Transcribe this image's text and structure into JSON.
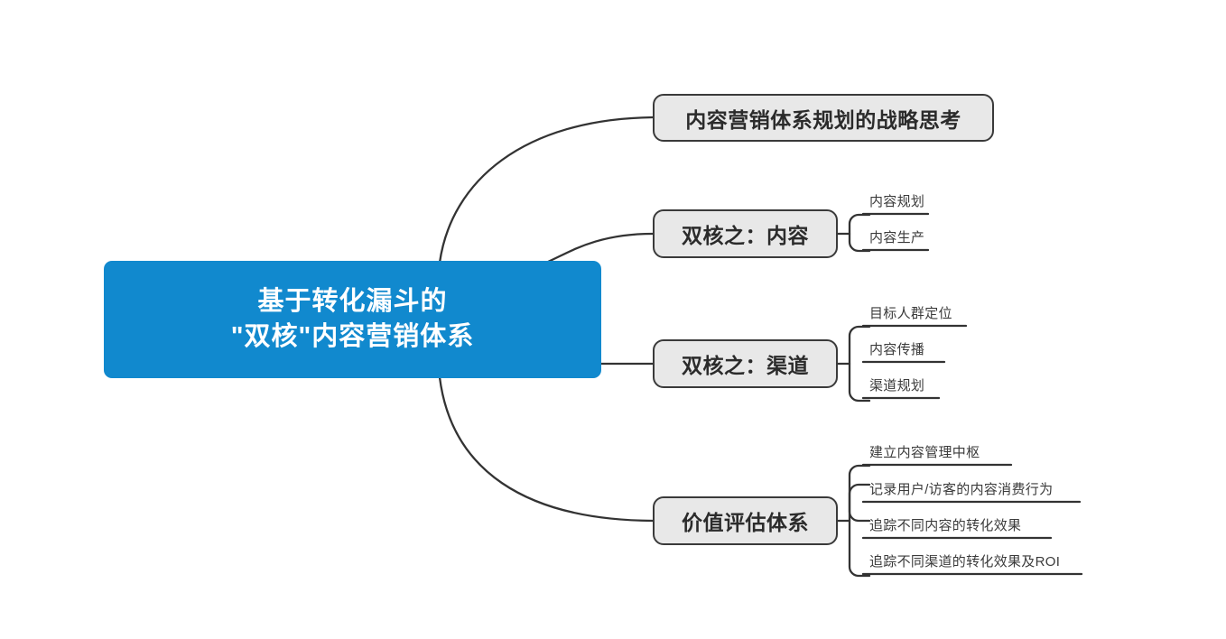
{
  "diagram": {
    "type": "mind-map",
    "background_color": "#ffffff",
    "root_color": "#1189ce",
    "node_fill": "#e8e8e8",
    "node_border": "#3a3a3a",
    "edge_color": "#333333"
  },
  "root": {
    "label_line1": "基于转化漏斗的",
    "label_line2": "\"双核\"内容营销体系"
  },
  "branches": [
    {
      "label": "内容营销体系规划的战略思考",
      "children": []
    },
    {
      "label": "双核之：内容",
      "children": [
        {
          "label": "内容规划"
        },
        {
          "label": "内容生产"
        }
      ]
    },
    {
      "label": "双核之：渠道",
      "children": [
        {
          "label": "目标人群定位"
        },
        {
          "label": "内容传播"
        },
        {
          "label": "渠道规划"
        }
      ]
    },
    {
      "label": "价值评估体系",
      "children": [
        {
          "label": "建立内容管理中枢"
        },
        {
          "label": "记录用户/访客的内容消费行为"
        },
        {
          "label": "追踪不同内容的转化效果"
        },
        {
          "label": "追踪不同渠道的转化效果及ROI"
        }
      ]
    }
  ]
}
